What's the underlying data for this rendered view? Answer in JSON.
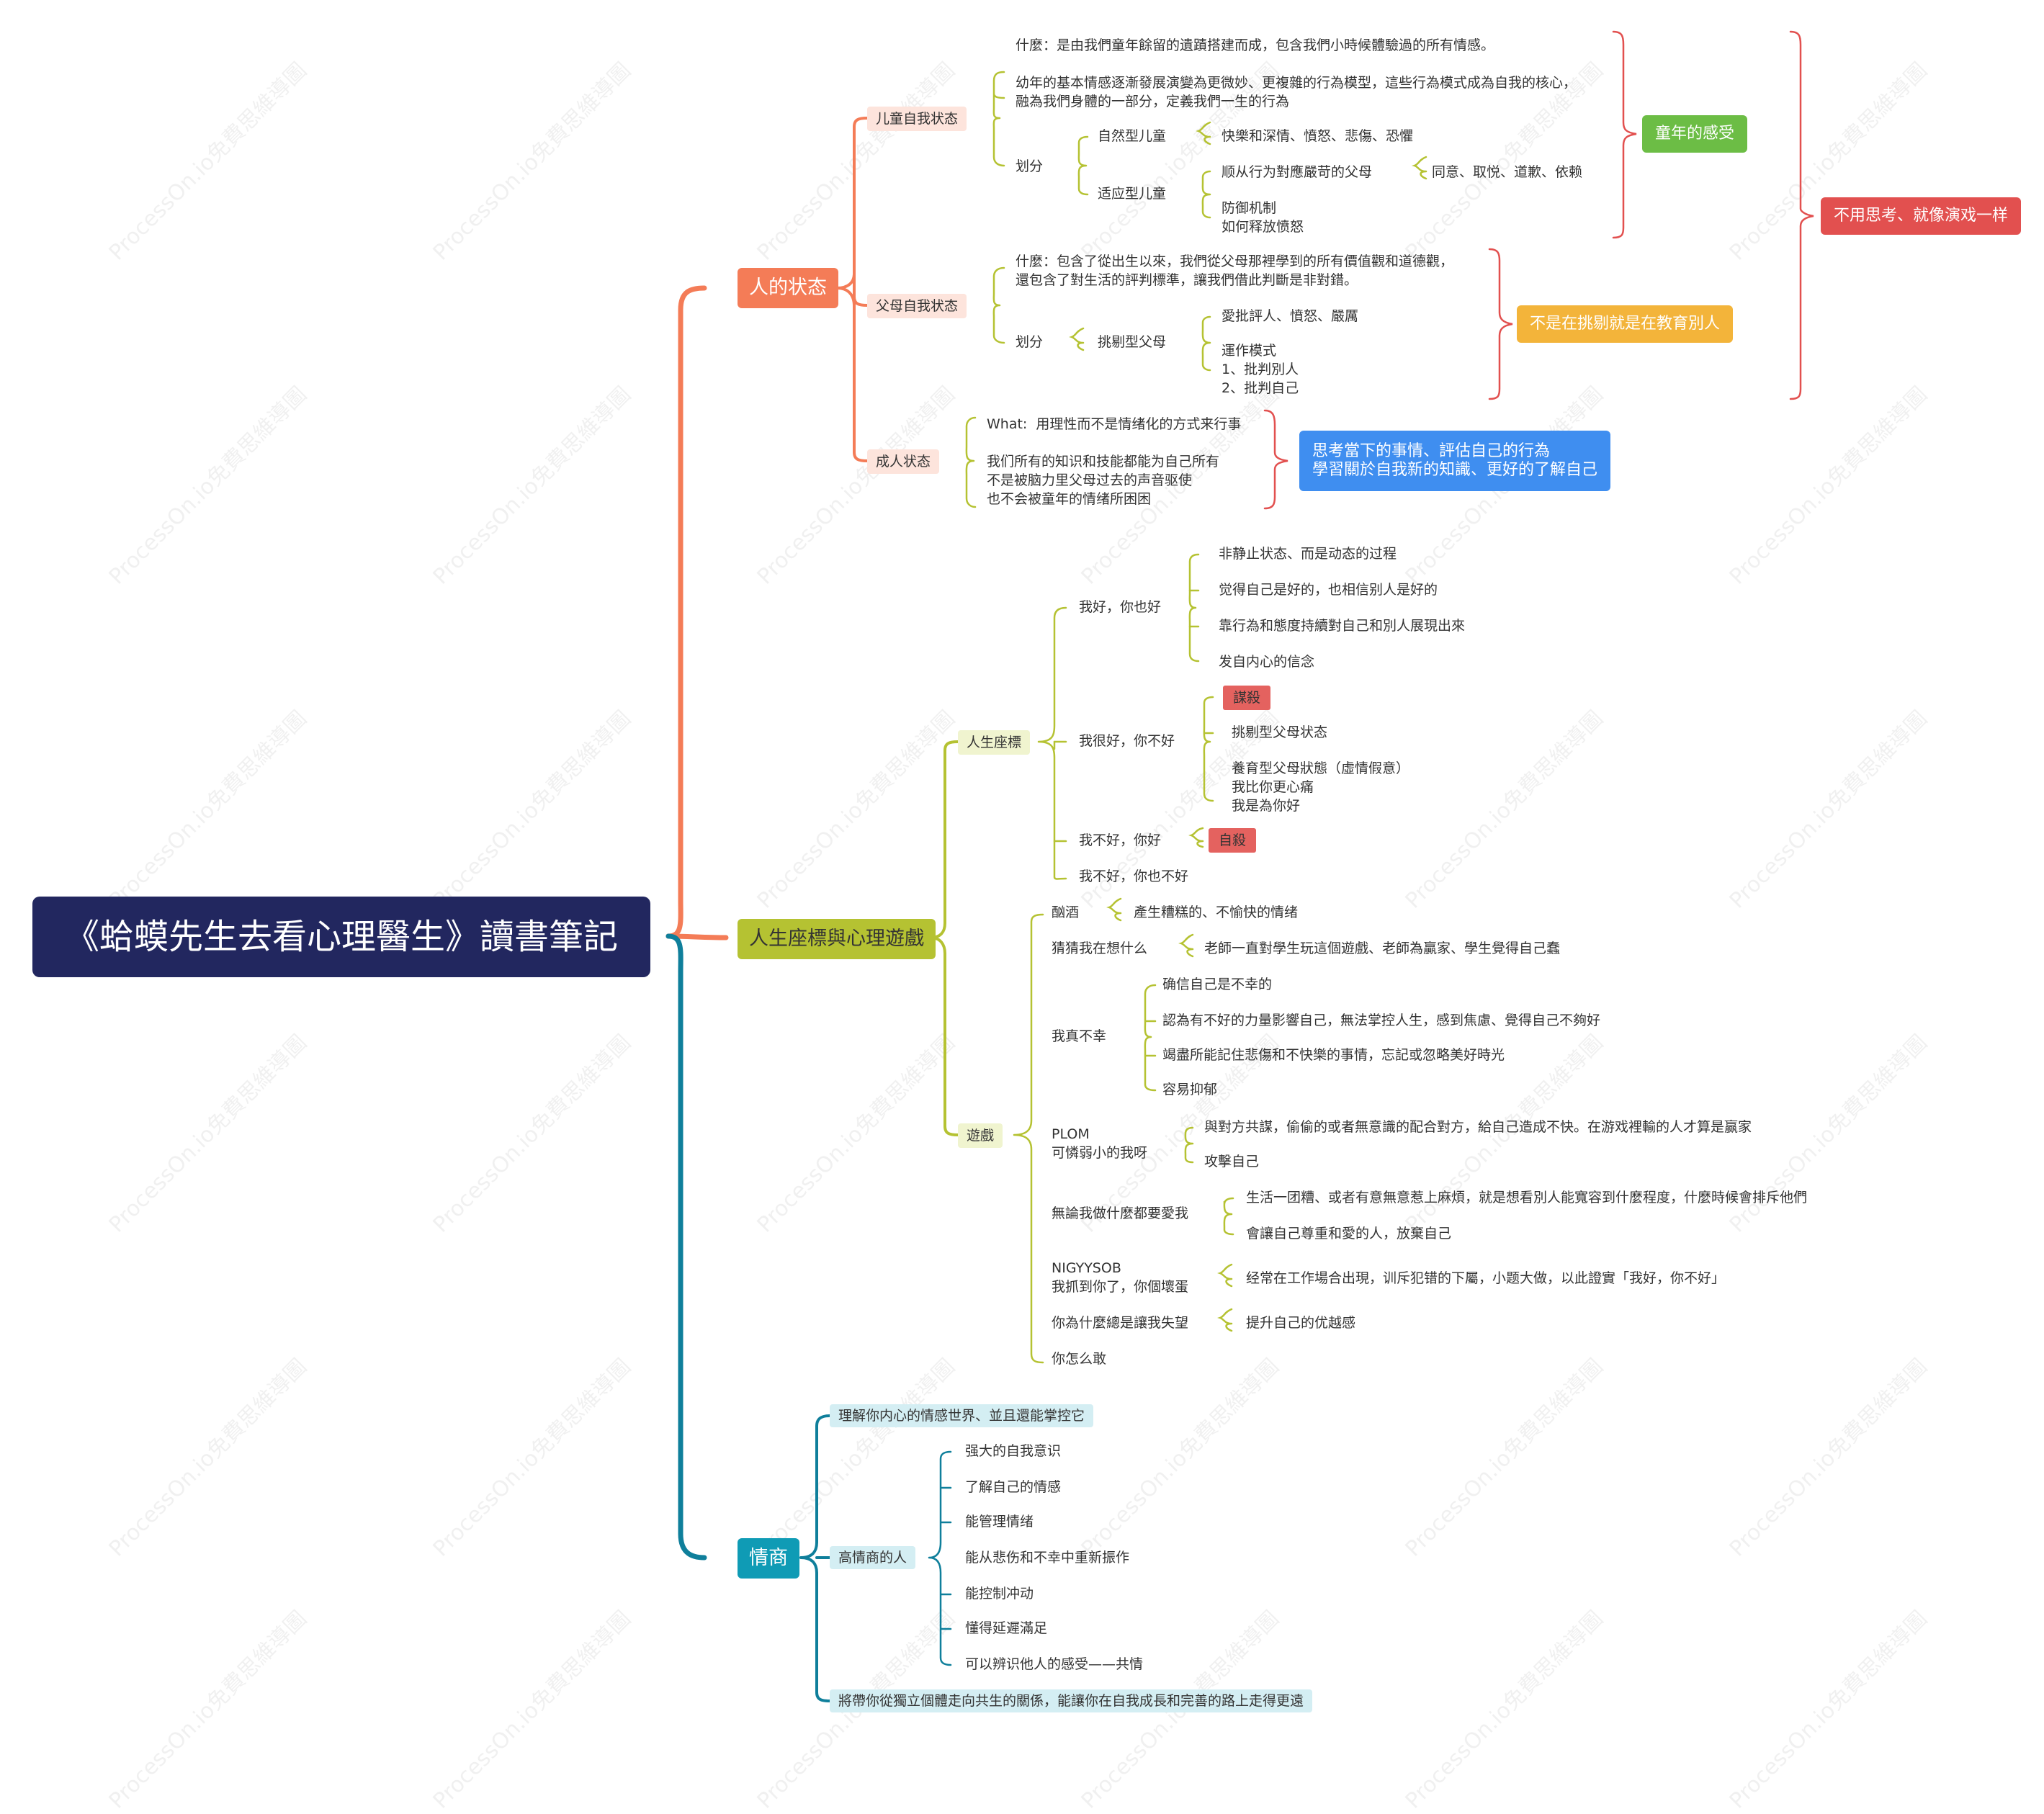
{
  "title": "《蛤蟆先生去看心理醫生》讀書筆記",
  "watermark": "ProcessOn.io免費思維導圖",
  "colors": {
    "root": "#22275f",
    "orange": "#f47c57",
    "olive": "#b5c232",
    "teal": "#0f7f9b",
    "green_summary": "#6cbd45",
    "yellow_summary": "#f3b43a",
    "red_summary": "#e2504f",
    "blue_summary": "#3f8ef0"
  },
  "branch1": {
    "label": "人的状态",
    "child": {
      "label": "儿童自我状态",
      "what": "什麼：是由我們童年餘留的遺蹟搭建而成，包含我們小時候體驗過的所有情感。",
      "desc": "幼年的基本情感逐漸發展演變為更微妙、更複雜的行為模型，這些行為模式成為自我的核心，\n融為我們身體的一部分，定義我們一生的行為",
      "divide": "划分",
      "natural": "自然型儿童",
      "natural_items": "快樂和深情、憤怒、悲傷、恐懼",
      "adaptive": "适应型儿童",
      "adaptive_item1": "顺从行为對應嚴苛的父母",
      "adaptive_item1_detail": "同意、取悦、道歉、依赖",
      "adaptive_item2": "防御机制\n如何释放愤怒"
    },
    "parent": {
      "label": "父母自我状态",
      "what": "什麼：包含了從出生以來，我們從父母那裡學到的所有價值觀和道德觀，\n還包含了對生活的評判標準，讓我們借此判斷是非對錯。",
      "divide": "划分",
      "critical": "挑剔型父母",
      "critical_item1": "愛批評人、憤怒、嚴厲",
      "critical_item2": "運作模式\n1、批判別人\n2、批判自己"
    },
    "adult": {
      "label": "成人状态",
      "what": "What:  用理性而不是情绪化的方式来行事",
      "desc": "我们所有的知识和技能都能为自己所有\n不是被脑力里父母过去的声音驱使\n也不会被童年的情绪所困困"
    },
    "summary_childhood": "童年的感受",
    "summary_critic": "不是在挑剔就是在教育別人",
    "summary_acting": "不用思考、就像演戏一样",
    "summary_adult": "思考當下的事情、評估自己的行為\n學習關於自我新的知識、更好的了解自己"
  },
  "branch2": {
    "label": "人生座標與心理遊戲",
    "coords": {
      "label": "人生座標",
      "ok_ok": "我好，你也好",
      "ok_ok_items": [
        "非静止状态、而是动态的过程",
        "觉得自己是好的，也相信别人是好的",
        "靠行為和態度持續對自己和別人展現出來",
        "发自内心的信念"
      ],
      "ok_notok": "我很好，你不好",
      "ok_notok_tag": "謀殺",
      "ok_notok_item1": "挑剔型父母状态",
      "ok_notok_item2": "養育型父母狀態（虛情假意）\n我比你更心痛\n我是為你好",
      "notok_ok": "我不好，你好",
      "notok_ok_tag": "自殺",
      "notok_notok": "我不好，你也不好"
    },
    "games": {
      "label": "遊戲",
      "g1": "酗酒",
      "g1_item": "產生糟糕的、不愉快的情绪",
      "g2": "猜猜我在想什么",
      "g2_item": "老師一直對學生玩這個遊戲、老師為贏家、學生覺得自己蠢",
      "g3": "我真不幸",
      "g3_items": [
        "确信自己是不幸的",
        "認為有不好的力量影響自己，無法掌控人生，感到焦慮、覺得自己不夠好",
        "竭盡所能記住悲傷和不快樂的事情，忘記或忽略美好時光",
        "容易抑郁"
      ],
      "g4": "PLOM\n可憐弱小的我呀",
      "g4_items": [
        "與對方共謀，偷偷的或者無意識的配合對方，給自己造成不快。在游戏裡輸的人才算是赢家",
        "攻擊自己"
      ],
      "g5": "無論我做什麼都要愛我",
      "g5_items": [
        "生活一团糟、或者有意無意惹上麻煩，就是想看別人能寬容到什麼程度，什麼時候會排斥他們",
        "會讓自己尊重和愛的人，放棄自己"
      ],
      "g6": "NIGYYSOB\n我抓到你了，你個壞蛋",
      "g6_item": "经常在工作場合出現，训斥犯错的下屬，小题大做，以此證實「我好，你不好」",
      "g7": "你為什麼總是讓我失望",
      "g7_item": "提升自己的优越感",
      "g8": "你怎么敢"
    }
  },
  "branch3": {
    "label": "情商",
    "top": "理解你内心的情感世界、並且還能掌控它",
    "high": "高情商的人",
    "high_items": [
      "强大的自我意识",
      "了解自己的情感",
      "能管理情绪",
      "能从悲伤和不幸中重新振作",
      "能控制冲动",
      "懂得延遲滿足",
      "可以辨识他人的感受——共情"
    ],
    "bottom": "將帶你從獨立個體走向共生的關係，能讓你在自我成長和完善的路上走得更遠"
  }
}
